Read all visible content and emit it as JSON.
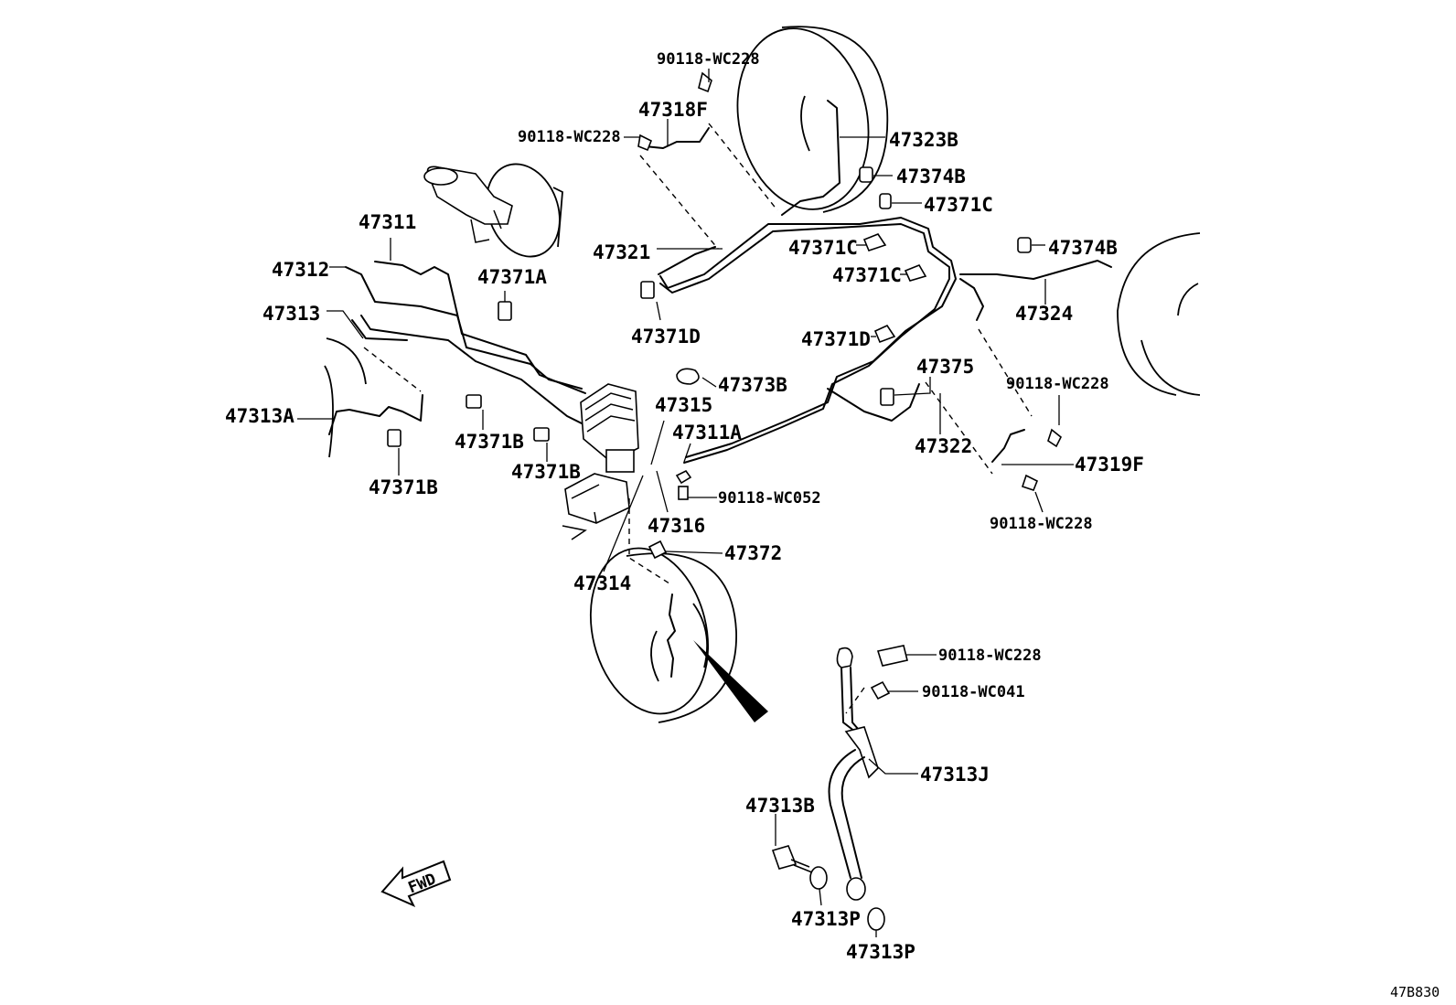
{
  "labels": {
    "l_90118_wc228_a": "90118-WC228",
    "l_47318f": "47318F",
    "l_90118_wc228_b": "90118-WC228",
    "l_47323b": "47323B",
    "l_47374b_a": "47374B",
    "l_47371c_a": "47371C",
    "l_47311": "47311",
    "l_47312": "47312",
    "l_47321": "47321",
    "l_47371c_b": "47371C",
    "l_47374b_b": "47374B",
    "l_47371c_c": "47371C",
    "l_47371a": "47371A",
    "l_47313": "47313",
    "l_47324": "47324",
    "l_47371d_a": "47371D",
    "l_47371d_b": "47371D",
    "l_47375": "47375",
    "l_47373b": "47373B",
    "l_90118_wc228_c": "90118-WC228",
    "l_47313a": "47313A",
    "l_47315": "47315",
    "l_47311a": "47311A",
    "l_47371b_a": "47371B",
    "l_47322": "47322",
    "l_47319f": "47319F",
    "l_47371b_b": "47371B",
    "l_47371b_c": "47371B",
    "l_90118_wc052": "90118-WC052",
    "l_90118_wc228_d": "90118-WC228",
    "l_47316": "47316",
    "l_47372": "47372",
    "l_47314": "47314",
    "l_90118_wc228_e": "90118-WC228",
    "l_90118_wc041": "90118-WC041",
    "l_47313j": "47313J",
    "l_47313b": "47313B",
    "l_47313p_a": "47313P",
    "l_47313p_b": "47313P"
  },
  "fwd_label": "FWD",
  "diagram_ref": "47B830"
}
